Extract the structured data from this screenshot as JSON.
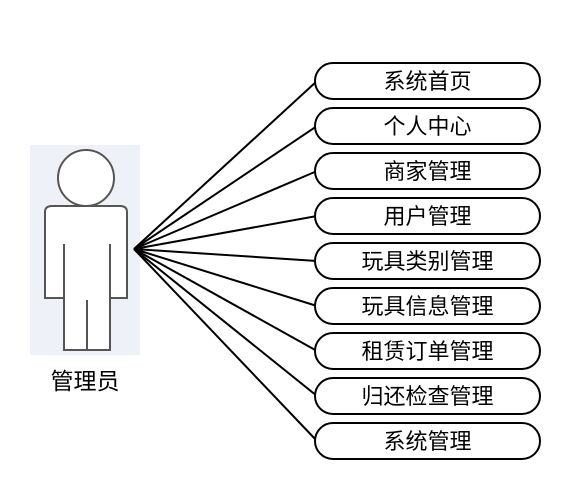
{
  "actor": {
    "label": "管理员",
    "icon": "person-icon"
  },
  "use_cases": [
    {
      "label": "系统首页"
    },
    {
      "label": "个人中心"
    },
    {
      "label": "商家管理"
    },
    {
      "label": "用户管理"
    },
    {
      "label": "玩具类别管理"
    },
    {
      "label": "玩具信息管理"
    },
    {
      "label": "租赁订单管理"
    },
    {
      "label": "归还检查管理"
    },
    {
      "label": "系统管理"
    }
  ]
}
